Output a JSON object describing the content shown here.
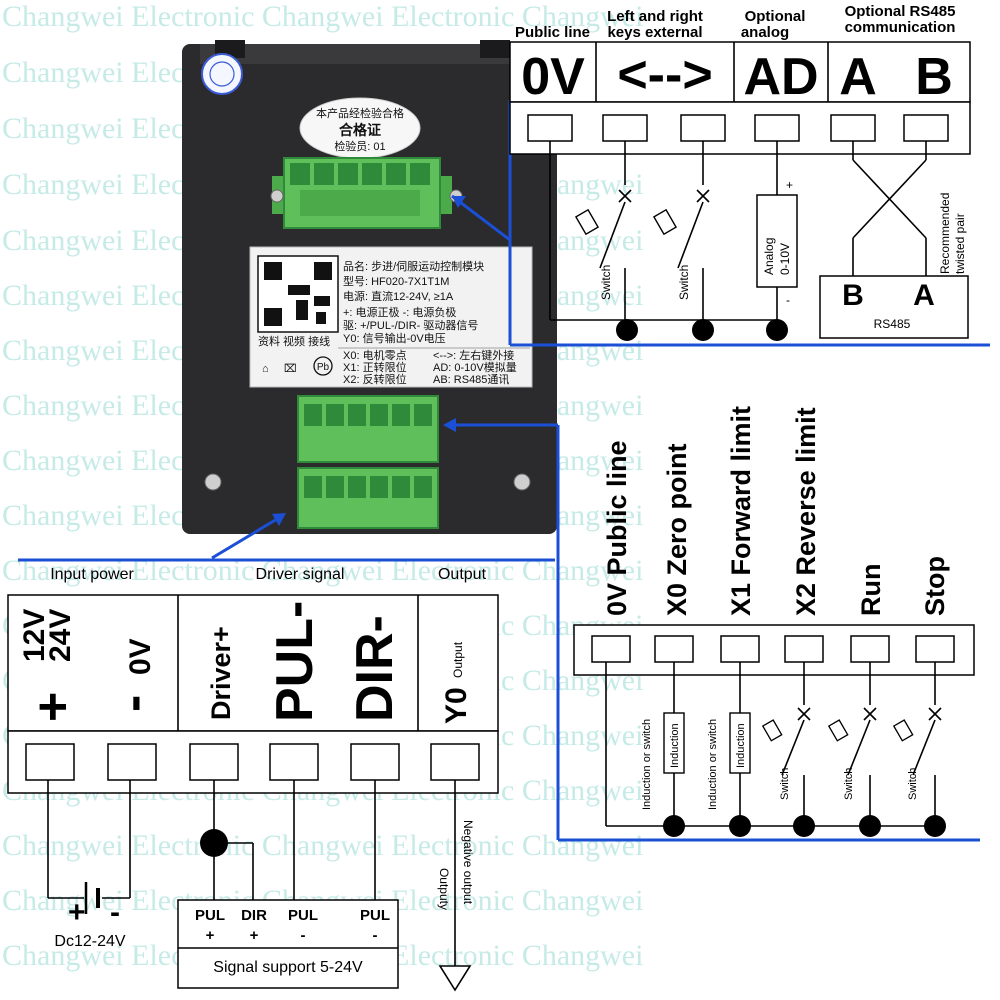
{
  "watermark": {
    "rows": [
      "Changwei Electronic Changwei Electronic Changwei",
      "Changwei Electronic Changwei Electronic Changwei",
      "Changwei Electronic Changwei Electronic Changwei",
      "Changwei Electronic Changwei Electronic Changwei",
      "Changwei Electronic Changwei Electronic Changwei",
      "Changwei Electronic Changwei Electronic Changwei",
      "Changwei Electronic Changwei Electronic Changwei",
      "Changwei Electronic Changwei Electronic Changwei",
      "Changwei Electronic Changwei Electronic Changwei",
      "Changwei Electronic Changwei Electronic Changwei",
      "Changwei Electronic Changwei Electronic Changwei",
      "Changwei Electronic Changwei Electronic Changwei",
      "Changwei Electronic Changwei Electronic Changwei",
      "Changwei Electronic Changwei Electronic Changwei",
      "Changwei Electronic Changwei Electronic Changwei",
      "Changwei Electronic Changwei Electronic Changwei",
      "Changwei Electronic Changwei Electronic Changwei",
      "Changwei Electronic Changwei Electronic Changwei"
    ]
  },
  "device": {
    "certificate": {
      "line1": "本产品经检验合格",
      "title": "合格证",
      "inspector": "检验员: 01"
    },
    "label": {
      "name": "品名: 步进/伺服运动控制模块",
      "model": "型号: HF020-7X1T1M",
      "power": "电源: 直流12-24V, ≥1A",
      "legend_plus": "+: 电源正极   -: 电源负极",
      "legend_drive": "驱: +/PUL-/DIR- 驱动器信号",
      "legend_y0": "Y0: 信号输出-0V电压",
      "legend_x0": "X0: 电机零点",
      "legend_lr": "<-->: 左右键外接",
      "legend_x1": "X1: 正转限位",
      "legend_ad": "AD: 0-10V模拟量",
      "legend_x2": "X2: 反转限位",
      "legend_ab": "AB: RS485通讯",
      "icons_text": "资料  视频  接线",
      "pb": "Pb"
    }
  },
  "top_panel": {
    "headers": {
      "public_line": "Public line",
      "keys_1": "Left and right",
      "keys_2": "keys external",
      "analog_1": "Optional",
      "analog_2": "analog",
      "rs485_1": "Optional RS485",
      "rs485_2": "communication"
    },
    "terminals": [
      "0V",
      "<-->",
      "AD",
      "A",
      "B"
    ],
    "switch_1": "Switch",
    "switch_2": "Switch",
    "analog_box": "Analog",
    "analog_range": "0-10V",
    "analog_plus": "+",
    "analog_minus": "-",
    "twisted_1": "Recommended",
    "twisted_2": "twisted pair",
    "rs485_b": "B",
    "rs485_a": "A",
    "rs485_name": "RS485"
  },
  "bottom_panel": {
    "headers": {
      "input_power": "Input power",
      "driver_signal": "Driver signal",
      "output": "Output"
    },
    "power_voltage_1": "12V",
    "power_voltage_2": "24V",
    "power_plus": "+",
    "power_minus": "-",
    "power_0v": "0V",
    "driver_plus": "Driver+",
    "pul_minus": "PUL-",
    "dir_minus": "DIR-",
    "y0": "Y0",
    "y0_output": "Output",
    "battery_plus": "+",
    "battery_minus": "-",
    "battery_label": "Dc12-24V",
    "box_pul1": "PUL",
    "box_dir": "DIR",
    "box_pul2": "PUL",
    "box_pul3": "PUL",
    "box_plus1": "+",
    "box_plus2": "+",
    "box_minus1": "-",
    "box_minus2": "-",
    "box_caption": "Signal support 5-24V",
    "output_note_1": "Outputy",
    "output_note_2": "Negative output"
  },
  "right_panel": {
    "labels": [
      "0V Public line",
      "X0 Zero point",
      "X1 Forward limit",
      "X2 Reverse limit",
      "Run",
      "Stop"
    ],
    "induction_1": "Induction or switch",
    "induction_box_1": "Induction",
    "induction_2": "Induction or switch",
    "induction_box_2": "Induction",
    "switch_1": "Switch",
    "switch_2": "Switch",
    "switch_3": "Switch"
  },
  "colors": {
    "connector_green": "#5fbf5a",
    "connector_dark": "#2f8a3a",
    "guide_blue": "#1a4fd6",
    "watermark": "#c6ebe7",
    "device_body": "#2b2b2d"
  }
}
